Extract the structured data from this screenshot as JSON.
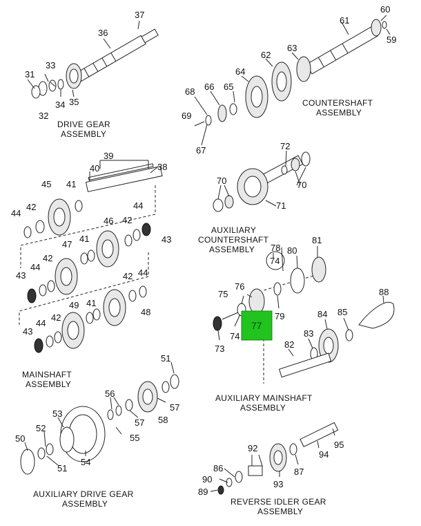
{
  "captions": {
    "drive_gear_1": "DRIVE GEAR",
    "drive_gear_2": "ASSEMBLY",
    "countershaft_1": "COUNTERSHAFT",
    "countershaft_2": "ASSEMBLY",
    "aux_countershaft_1": "AUXILIARY",
    "aux_countershaft_2": "COUNTERSHAFT",
    "aux_countershaft_3": "ASSEMBLY",
    "mainshaft_1": "MAINSHAFT",
    "mainshaft_2": "ASSEMBLY",
    "aux_mainshaft_1": "AUXILIARY MAINSHAFT",
    "aux_mainshaft_2": "ASSEMBLY",
    "aux_drive_1": "AUXILIARY DRIVE GEAR",
    "aux_drive_2": "ASSEMBLY",
    "reverse_idler_1": "REVERSE IDLER GEAR",
    "reverse_idler_2": "ASSEMBLY"
  },
  "highlight": {
    "part_number": "77",
    "color": "#22c21f"
  },
  "callouts": {
    "n31": "31",
    "n32": "32",
    "n33": "33",
    "n34": "34",
    "n35": "35",
    "n36": "36",
    "n37": "37",
    "n38": "38",
    "n39": "39",
    "n40": "40",
    "n41a": "41",
    "n41b": "41",
    "n41c": "41",
    "n42a": "42",
    "n42b": "42",
    "n42c": "42",
    "n42d": "42",
    "n42e": "42",
    "n43a": "43",
    "n43b": "43",
    "n43c": "43",
    "n44a": "44",
    "n44b": "44",
    "n44c": "44",
    "n44d": "44",
    "n44e": "44",
    "n45": "45",
    "n46": "46",
    "n47": "47",
    "n48": "48",
    "n49": "49",
    "n50": "50",
    "n51a": "51",
    "n51b": "51",
    "n52": "52",
    "n53": "53",
    "n54": "54",
    "n55": "55",
    "n56": "56",
    "n57a": "57",
    "n57b": "57",
    "n58": "58",
    "n59": "59",
    "n60": "60",
    "n61": "61",
    "n62": "62",
    "n63": "63",
    "n64": "64",
    "n65": "65",
    "n66": "66",
    "n67": "67",
    "n68": "68",
    "n69": "69",
    "n70a": "70",
    "n70b": "70",
    "n71": "71",
    "n72": "72",
    "n73": "73",
    "n74a": "74",
    "n74b": "74",
    "n75": "75",
    "n76": "76",
    "n78": "78",
    "n79": "79",
    "n80": "80",
    "n81": "81",
    "n82": "82",
    "n83": "83",
    "n84": "84",
    "n85": "85",
    "n88": "88",
    "n86": "86",
    "n87": "87",
    "n89": "89",
    "n90": "90",
    "n92": "92",
    "n93": "93",
    "n94": "94",
    "n95": "95"
  }
}
